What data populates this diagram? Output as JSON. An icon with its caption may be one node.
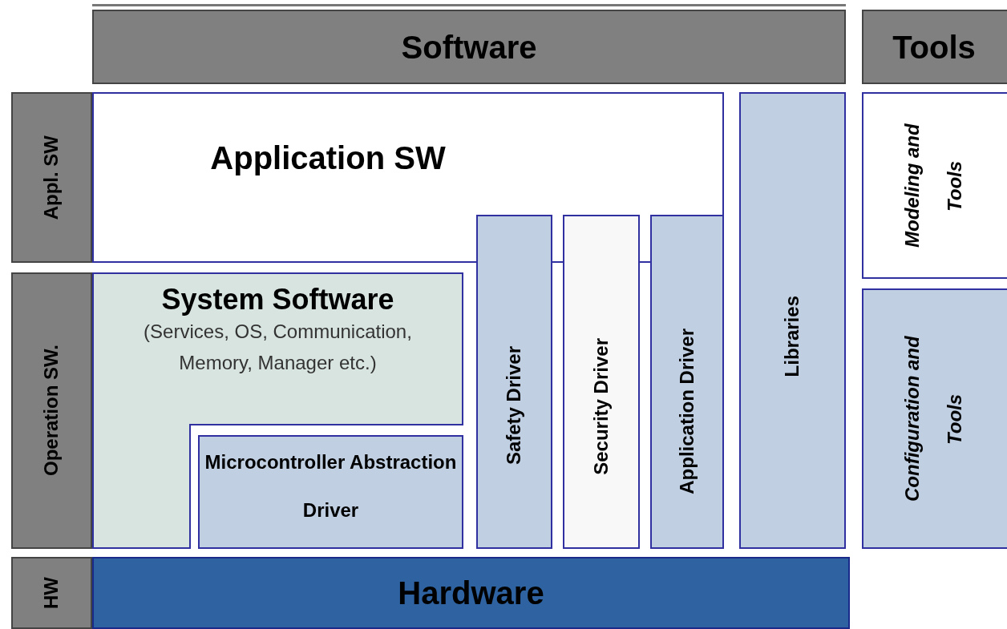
{
  "diagram": {
    "nodes": [
      {
        "text": [
          "Software"
        ]
      },
      {
        "text": [
          "Tools"
        ]
      },
      {
        "text": [
          "Appl. SW"
        ]
      },
      {
        "text": [
          "Operation SW."
        ]
      },
      {
        "text": [
          "HW"
        ]
      },
      {
        "text": [
          "Application SW"
        ]
      },
      {
        "text": [
          "System Software",
          "(Services, OS, Communication, Memory, Manager etc.)"
        ]
      },
      {
        "text": [
          "Microcontroller Abstraction Driver"
        ]
      },
      {
        "text": [
          "Safety Driver"
        ]
      },
      {
        "text": [
          "Security Driver"
        ]
      },
      {
        "text": [
          "Application Driver"
        ]
      },
      {
        "text": [
          "Libraries"
        ]
      },
      {
        "text": [
          "Modeling and Tools"
        ]
      },
      {
        "text": [
          "Configuration and Tools"
        ]
      },
      {
        "text": [
          "Hardware"
        ]
      }
    ]
  }
}
